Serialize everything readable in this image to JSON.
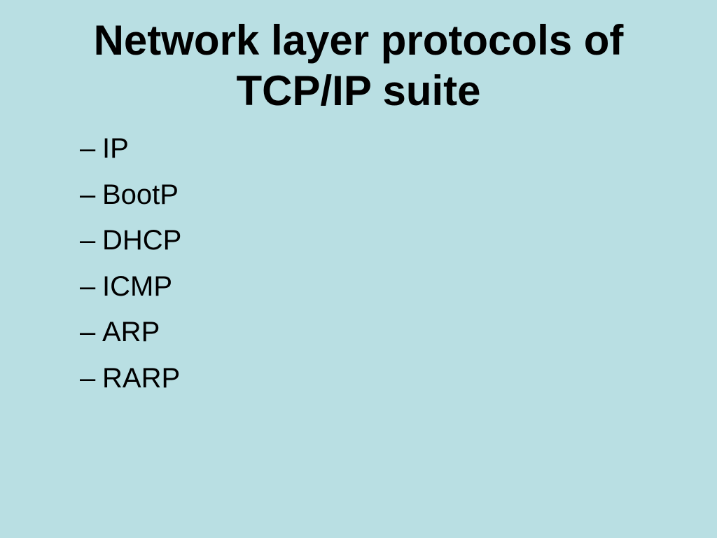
{
  "slide": {
    "title_line1": "Network layer protocols of",
    "title_line2": "TCP/IP suite",
    "bullet_marker": "–",
    "items": [
      "IP",
      "BootP",
      "DHCP",
      "ICMP",
      "ARP",
      "RARP"
    ]
  }
}
